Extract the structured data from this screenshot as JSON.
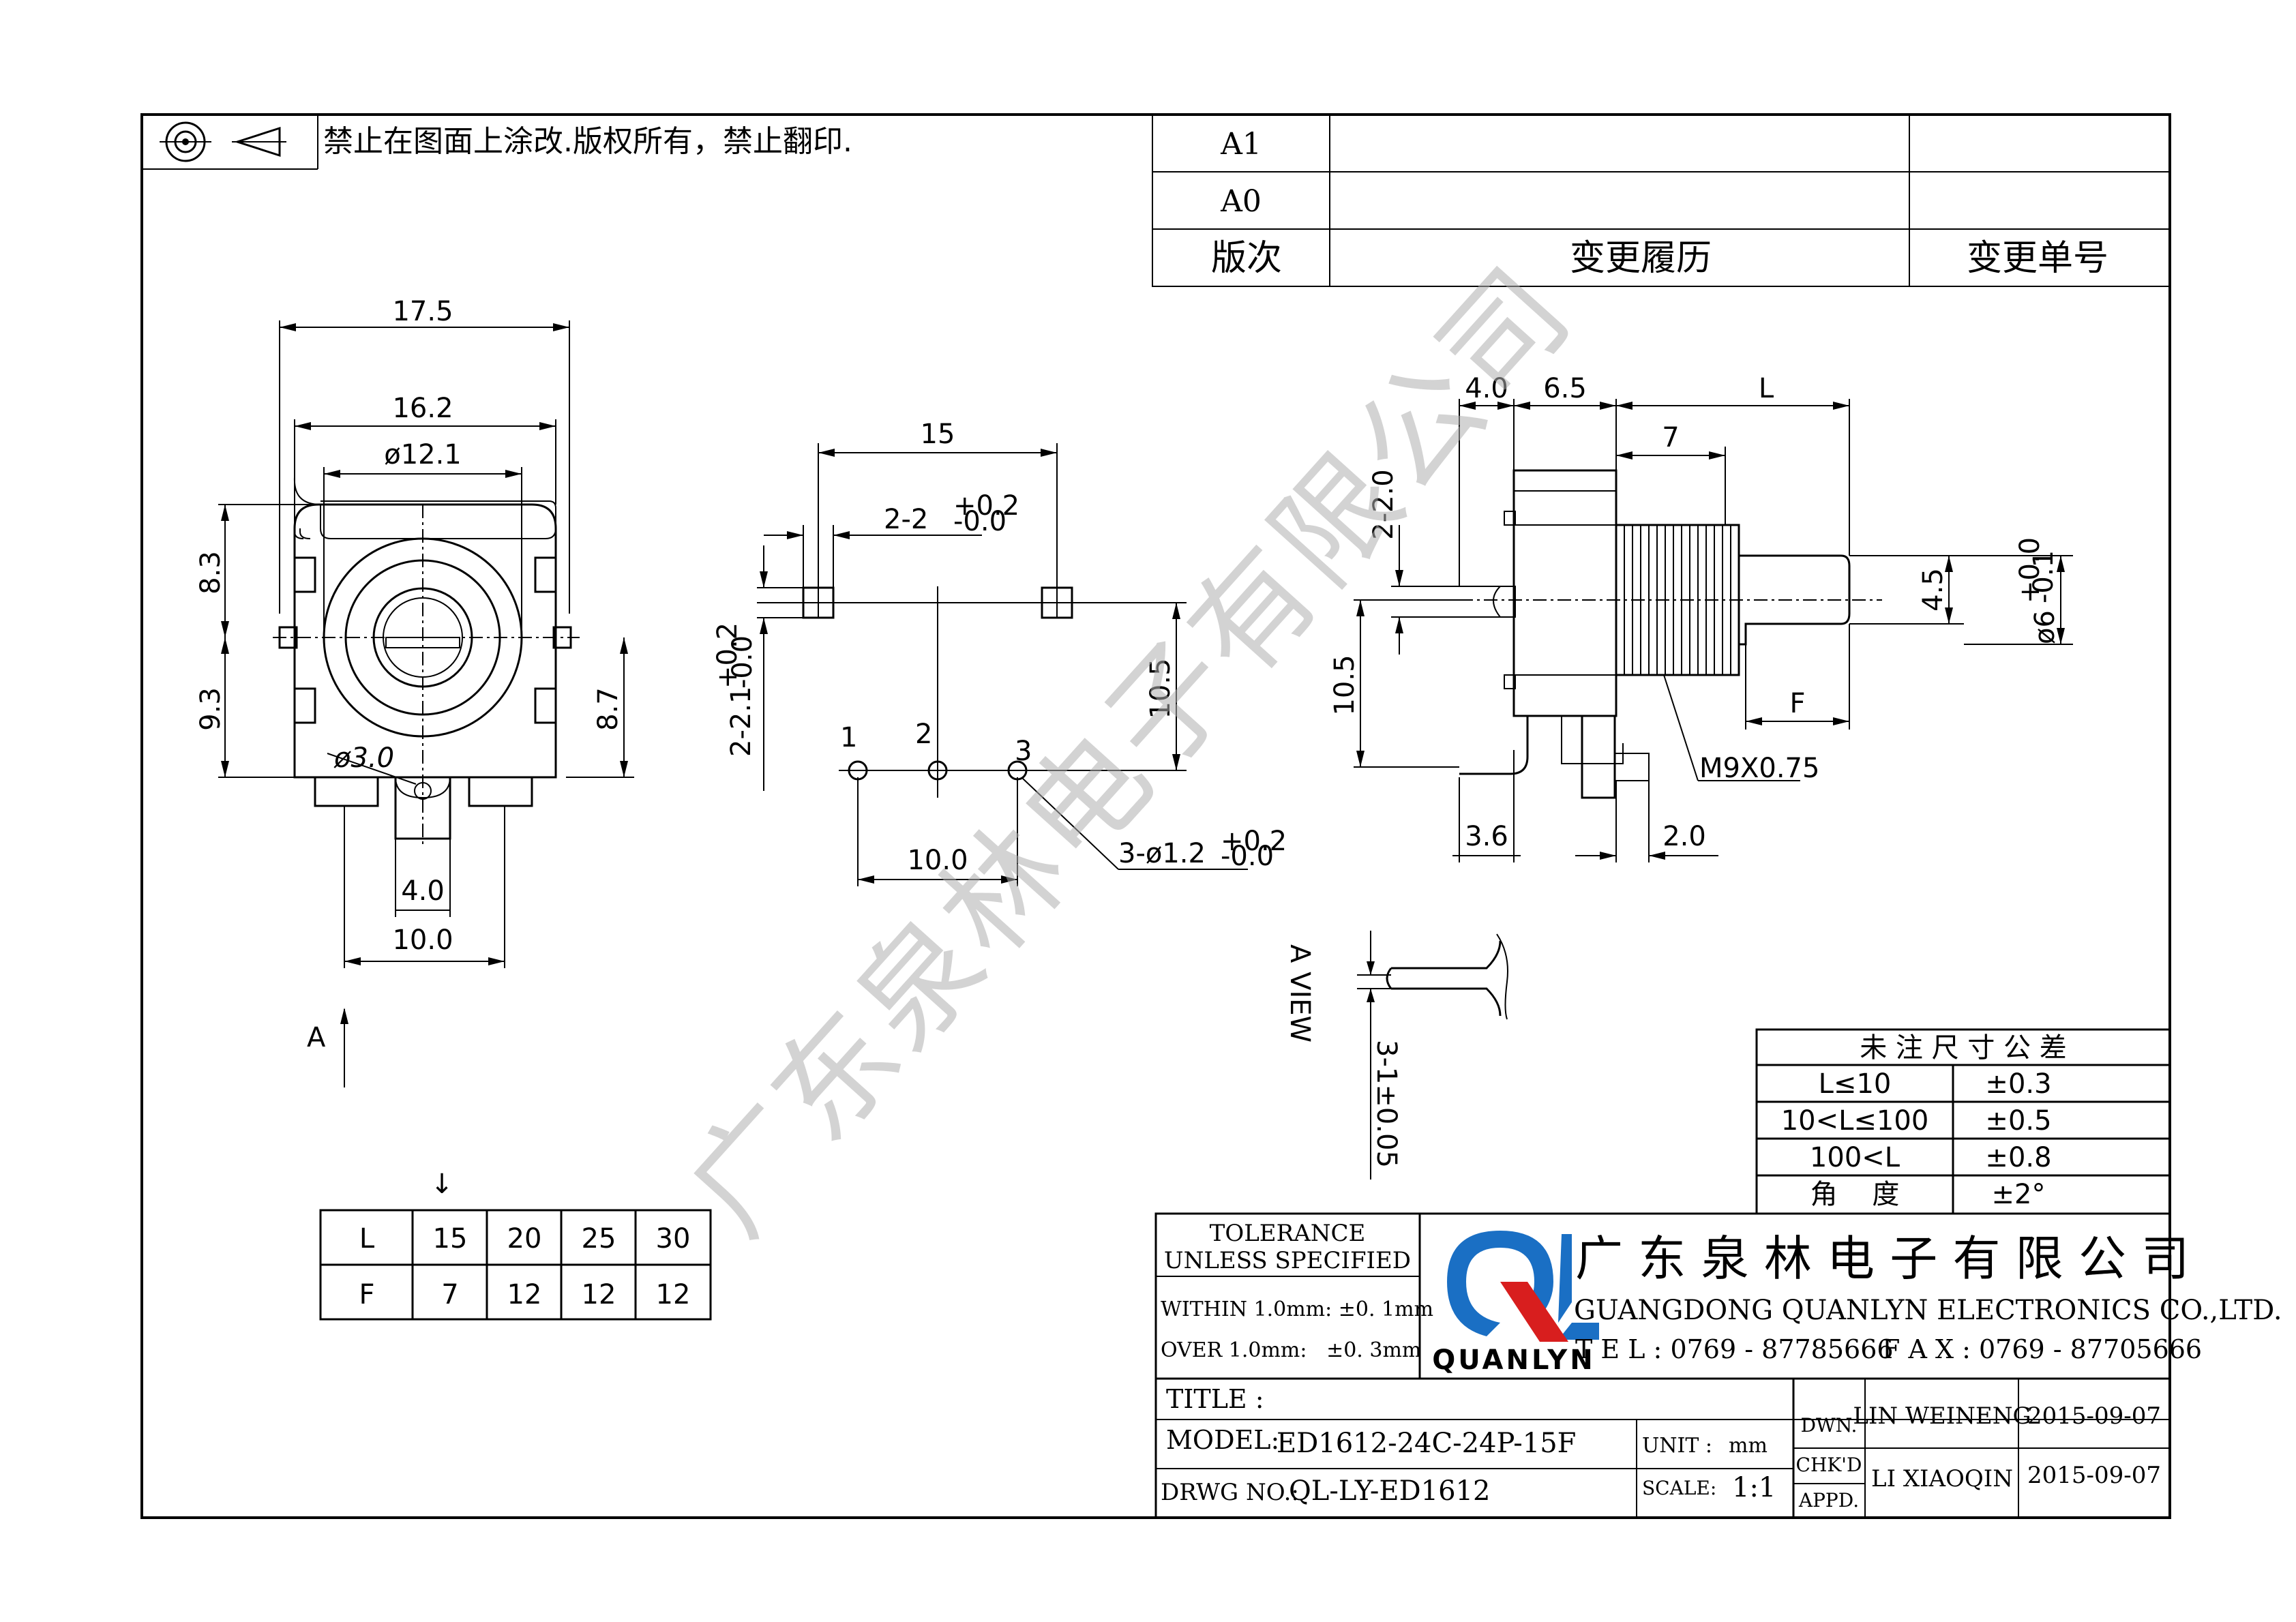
{
  "notice": "禁止在图面上涂改.版权所有，禁止翻印.",
  "revision_table": {
    "rows": [
      {
        "rev": "A1",
        "history": "",
        "number": ""
      },
      {
        "rev": "A0",
        "history": "",
        "number": ""
      }
    ],
    "header": {
      "rev": "版次",
      "history": "变更履历",
      "number": "变更单号"
    }
  },
  "front_view": {
    "dims": {
      "w_outer": "17.5",
      "w_inner": "16.2",
      "dia": "ø12.1",
      "upper_h": "8.3",
      "lower_h": "9.3",
      "right_h": "8.7",
      "hole": "ø3.0",
      "pin_gap": "4.0",
      "pin_span": "10.0"
    },
    "arrow_label": "A"
  },
  "pcb_view": {
    "dims": {
      "span": "15",
      "slot": "2-2",
      "slot_tol_up": "+0.2",
      "slot_tol_dn": "-0.0",
      "slot_v": "2-2.1",
      "slot_v_tol_up": "+0.2",
      "slot_v_tol_dn": "-0.0",
      "height": "10.5",
      "pin_span": "10.0",
      "holes": "3-ø1.2",
      "holes_tol_up": "+0.2",
      "holes_tol_dn": "-0.0"
    },
    "pins": [
      "1",
      "2",
      "3"
    ]
  },
  "side_view": {
    "dims": {
      "a": "4.0",
      "b": "6.5",
      "L": "L",
      "seven": "7",
      "top": "2-2.0",
      "shaft_flat": "4.5",
      "shaft_dia": "ø6",
      "shaft_tol_up": "+0.0",
      "shaft_tol_dn": "-0.1",
      "height": "10.5",
      "F": "F",
      "thread": "M9X0.75",
      "pin_off": "3.6",
      "bracket": "2.0"
    }
  },
  "a_view": {
    "label": "A VIEW",
    "pin_dim": "3-1±0.05"
  },
  "lf_table": {
    "arrow": "↓",
    "rows": [
      {
        "key": "L",
        "values": [
          "15",
          "20",
          "25",
          "30"
        ]
      },
      {
        "key": "F",
        "values": [
          "7",
          "12",
          "12",
          "12"
        ]
      }
    ]
  },
  "tolerance_table": {
    "title": "未 注 尺 寸 公 差",
    "rows": [
      {
        "range": "L≤10",
        "tol": "±0.3"
      },
      {
        "range": "10<L≤100",
        "tol": "±0.5"
      },
      {
        "range": "100<L",
        "tol": "±0.8"
      },
      {
        "range": "角    度",
        "tol": "±2°"
      }
    ]
  },
  "title_block": {
    "tolerance_lines": [
      "TOLERANCE",
      "UNLESS SPECIFIED"
    ],
    "within": "WITHIN 1.0mm: ±0. 1mm",
    "over": "OVER 1.0mm:   ±0. 3mm",
    "logo_text": "QUANLYN",
    "company_cn": "广 东 泉 林 电 子 有 限 公 司",
    "company_en": "GUANGDONG QUANLYN ELECTRONICS CO.,LTD.",
    "tel": "T E L : 0769 - 87785666",
    "fax": "F A X : 0769 - 87705666",
    "title_label": "TITLE :",
    "title_value": "",
    "model_label": "MODEL:",
    "model_value": "ED1612-24C-24P-15F",
    "drwg_label": "DRWG NO.:",
    "drwg_value": "QL-LY-ED1612",
    "unit_label": "UNIT :",
    "unit_value": "mm",
    "scale_label": "SCALE:",
    "scale_value": "1:1",
    "dwn_label": "DWN.",
    "chkd_label": "CHK'D",
    "appd_label": "APPD.",
    "dwn_name": "LIN WEINENG",
    "dwn_date": "2015-09-07",
    "chk_name": "LI XIAOQIN",
    "chk_date": "2015-09-07"
  },
  "watermark": "广东泉林电子有限公司",
  "colors": {
    "logo_blue": "#1a6fc4",
    "logo_red": "#d81e1e",
    "line": "#000000",
    "watermark": "#b0b0b0"
  }
}
